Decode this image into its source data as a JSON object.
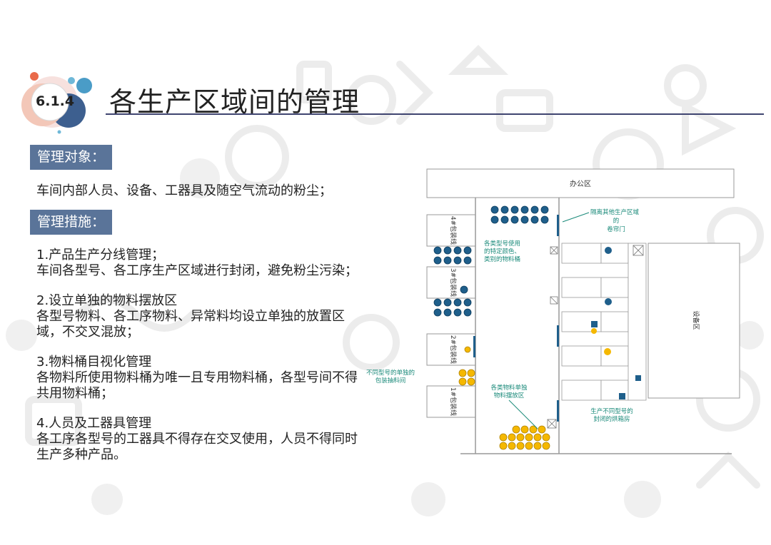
{
  "section_number": "6.1.4",
  "title": "各生产区域间的管理",
  "target_label": "管理对象：",
  "target_text": "车间内部人员、设备、工器具及随空气流动的粉尘；",
  "measures_label": "管理措施：",
  "measures": [
    {
      "title": "1.产品生产分线管理；",
      "body": "车间各型号、各工序生产区域进行封闭，避免粉尘污染；"
    },
    {
      "title": "2.设立单独的物料摆放区",
      "body": "各型号物料、各工序物料、异常料均设立单独的放置区域，不交叉混放；"
    },
    {
      "title": "3.物料桶目视化管理",
      "body": "各物料所使用物料桶为唯一且专用物料桶，各型号间不得共用物料桶；"
    },
    {
      "title": "4.人员及工器具管理",
      "body": "各工序各型号的工器具不得存在交叉使用，人员不得同时生产多种产品。"
    }
  ],
  "floor_plan": {
    "office": "办公区",
    "equipment": "设备区",
    "lines": [
      "4#包装线",
      "3#包装线",
      "2#包装线",
      "1#包装线"
    ],
    "callout_isolation_1": "隔离其他生产区域",
    "callout_isolation_2": "的",
    "callout_isolation_3": "卷帘门",
    "callout_bins_1": "各类型号使用",
    "callout_bins_2": "的特定颜色、",
    "callout_bins_3": "类别的物料桶",
    "callout_pack_1": "不同型号的单独的",
    "callout_pack_2": "包装抽料间",
    "callout_area_1": "各类物料单独",
    "callout_area_2": "物料摆放区",
    "callout_rooms_1": "生产不同型号的",
    "callout_rooms_2": "封闭的烘箱房"
  },
  "colors": {
    "accent": "#5a7499",
    "blue_bin": "#1f5f8b",
    "yellow_bin": "#f5b800",
    "teal_text": "#1a8a7a"
  }
}
